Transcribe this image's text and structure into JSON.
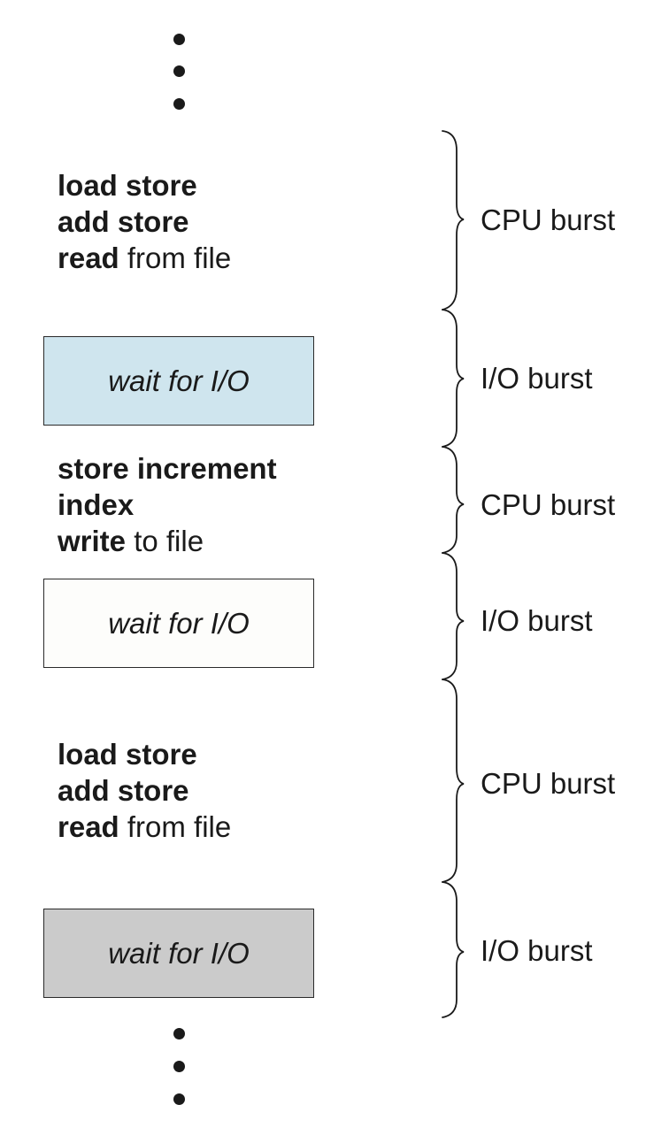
{
  "code_blocks": [
    {
      "lines": [
        {
          "bold": "load store",
          "rest": ""
        },
        {
          "bold": "add store",
          "rest": ""
        },
        {
          "bold": "read",
          "rest": " from file"
        }
      ]
    },
    {
      "lines": [
        {
          "bold": "store increment",
          "rest": ""
        },
        {
          "bold": "index",
          "rest": ""
        },
        {
          "bold": "write",
          "rest": " to file"
        }
      ]
    },
    {
      "lines": [
        {
          "bold": "load store",
          "rest": ""
        },
        {
          "bold": "add store",
          "rest": ""
        },
        {
          "bold": "read",
          "rest": " from file"
        }
      ]
    }
  ],
  "io_boxes": [
    {
      "label": "wait for I/O",
      "fill": "#cfe5ee"
    },
    {
      "label": "wait for I/O",
      "fill": "#fdfdfb"
    },
    {
      "label": "wait for I/O",
      "fill": "#cbcbcb"
    }
  ],
  "bursts": [
    {
      "label": "CPU burst"
    },
    {
      "label": "I/O burst"
    },
    {
      "label": "CPU burst"
    },
    {
      "label": "I/O burst"
    },
    {
      "label": "CPU burst"
    },
    {
      "label": "I/O burst"
    }
  ]
}
